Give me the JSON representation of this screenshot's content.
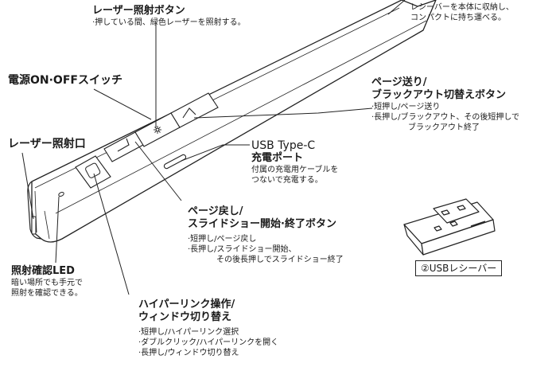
{
  "callouts": {
    "laser_button": {
      "title": "レーザー照射ボタン",
      "desc": "·押している間、緑色レーザーを照射する。"
    },
    "power_switch": {
      "title": "電源ON·OFFスイッチ"
    },
    "laser_port": {
      "title": "レーザー照射口"
    },
    "led": {
      "title": "照射確認LED",
      "desc1": "暗い場所でも手元で",
      "desc2": "照射を確認できる。"
    },
    "hyperlink": {
      "title1": "ハイパーリンク操作/",
      "title2": "ウィンドウ切り替え",
      "lines": [
        "·短押し/ハイパーリンク選択",
        "·ダブルクリック/ハイパーリンクを開く",
        "·長押し/ウィンドウ切り替え"
      ]
    },
    "page_back": {
      "title1": "ページ戻し/",
      "title2": "スライドショー開始·終了ボタン",
      "lines": [
        "·短押し/ページ戻し",
        "·長押し/スライドショー開始、",
        "その後長押しでスライドショー終了"
      ]
    },
    "usb_port": {
      "title1": "USB Type-C",
      "title2": "充電ポート",
      "desc1": "付属の充電用ケーブルを",
      "desc2": "つないで充電する。"
    },
    "page_forward": {
      "title1": "ページ送り/",
      "title2": "ブラックアウト切替えボタン",
      "lines": [
        "·短押し/ページ送り",
        "·長押し/ブラックアウト、その後短押しで",
        "ブラックアウト終了"
      ]
    },
    "receiver_note": {
      "line1": "レシーバーを本体に収納し、",
      "line2": "コンパクトに持ち運べる。"
    },
    "usb_receiver": {
      "label": "②USBレシーバー"
    }
  }
}
